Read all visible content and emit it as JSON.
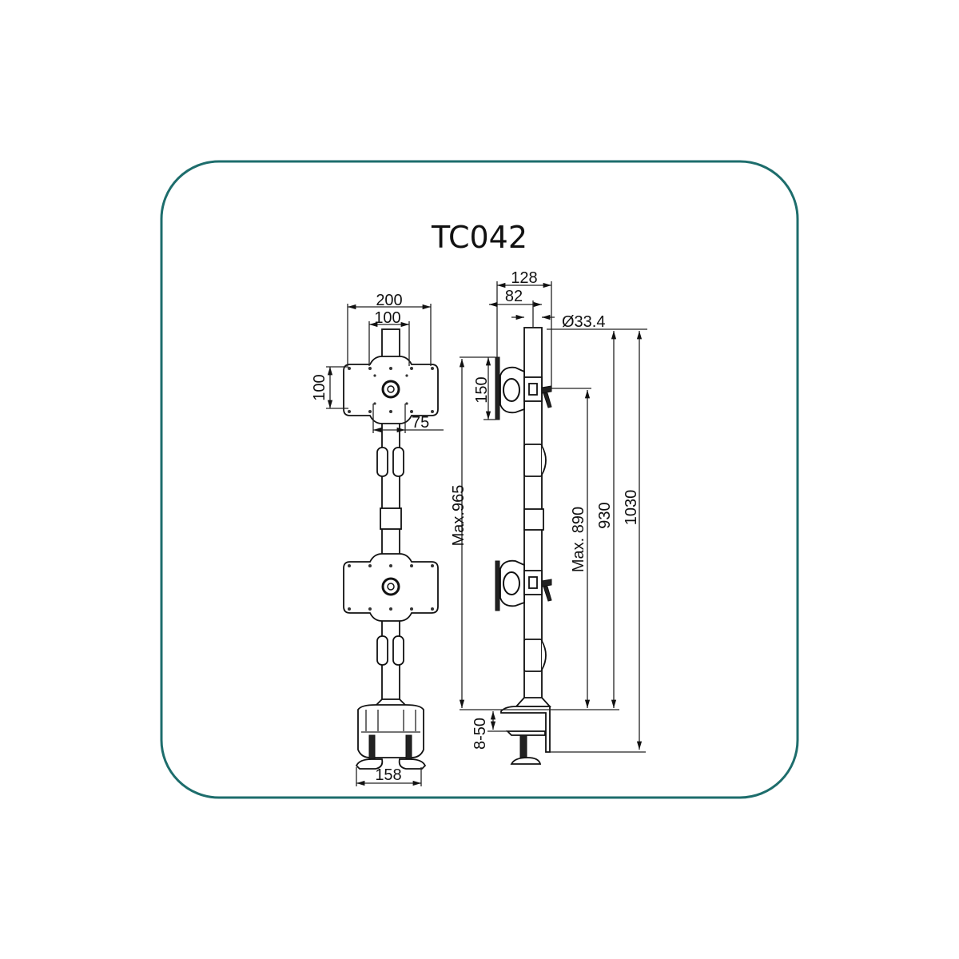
{
  "title": "TC042",
  "frame_color": "#1d6d6c",
  "front_view": {
    "width_outer": "200",
    "width_inner": "100",
    "height_vesa": "100",
    "height_small": "75",
    "base_width": "158"
  },
  "side_view": {
    "depth_total": "128",
    "depth_plate": "82",
    "pole_diameter": "Ø33.4",
    "plate_height": "150",
    "max_top_height": "Max.965",
    "max_lower_height": "Max. 890",
    "pole_height": "930",
    "total_height": "1030",
    "desk_thickness": "8-50"
  }
}
